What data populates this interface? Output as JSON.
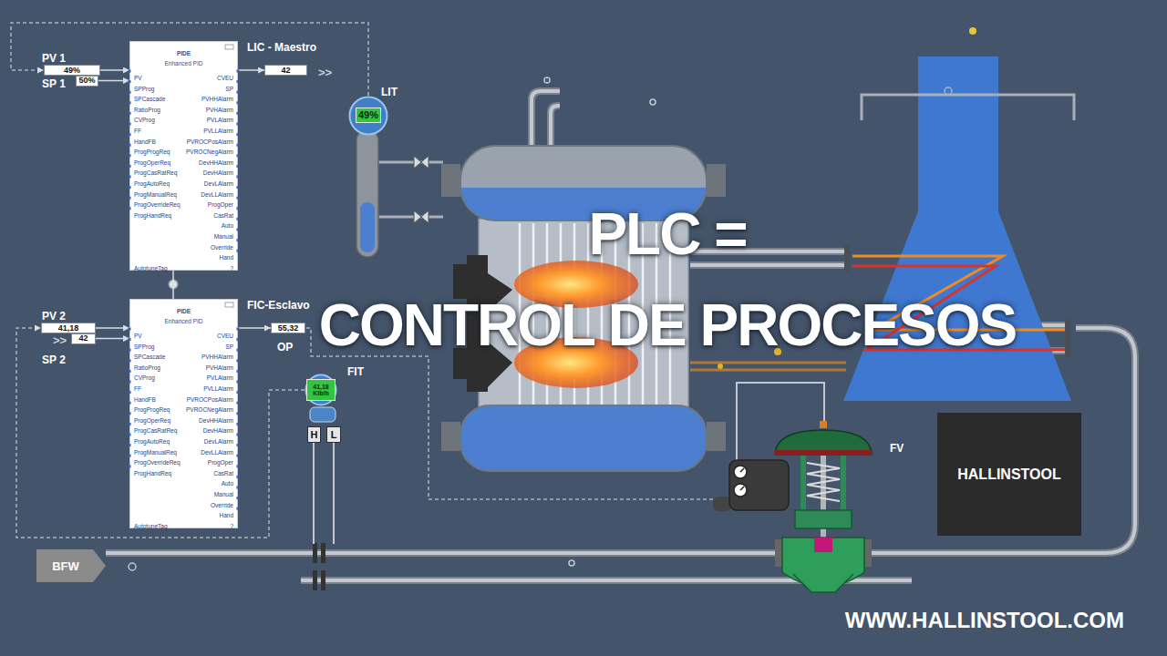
{
  "diagram": {
    "title": "PLC = CONTROL DE PROCESOS",
    "nodes": [
      {
        "text": [
          "PV 1",
          "49%"
        ]
      },
      {
        "text": [
          "SP 1",
          "50%"
        ]
      },
      {
        "text": [
          "LIC - Maestro",
          "PIDE",
          "Enhanced PID",
          "PV",
          "SPProg",
          "SPCascade",
          "RatioProg",
          "CVProg",
          "FF",
          "HandFB",
          "ProgProgReq",
          "ProgOperReq",
          "ProgCasRatReq",
          "ProgAutoReq",
          "ProgManualReq",
          "ProgOverrideReq",
          "ProgHandReq",
          "CVEU",
          "SP",
          "PVHHAlarm",
          "PVHAlarm",
          "PVLAlarm",
          "PVLLAlarm",
          "PVROCPosAlarm",
          "PVROCNegAlarm",
          "DevHHAlarm",
          "DevHAlarm",
          "DevLAlarm",
          "DevLLAlarm",
          "ProgOper",
          "CasRat",
          "Auto",
          "Manual",
          "Override",
          "Hand",
          "AutotuneTag",
          "?"
        ]
      },
      {
        "text": [
          "42"
        ]
      },
      {
        "text": [
          "LIT",
          "49%"
        ]
      },
      {
        "text": [
          "PV 2",
          "41,18"
        ]
      },
      {
        "text": [
          "42",
          "SP 2"
        ]
      },
      {
        "text": [
          "FIC-Esclavo",
          "PIDE",
          "Enhanced PID",
          "PV",
          "SPProg",
          "SPCascade",
          "RatioProg",
          "CVProg",
          "FF",
          "HandFB",
          "ProgProgReq",
          "ProgOperReq",
          "ProgCasRatReq",
          "ProgAutoReq",
          "ProgManualReq",
          "ProgOverrideReq",
          "ProgHandReq",
          "CVEU",
          "SP",
          "PVHHAlarm",
          "PVHAlarm",
          "PVLAlarm",
          "PVLLAlarm",
          "PVROCPosAlarm",
          "PVROCNegAlarm",
          "DevHHAlarm",
          "DevHAlarm",
          "DevLAlarm",
          "DevLLAlarm",
          "ProgOper",
          "CasRat",
          "Auto",
          "Manual",
          "Override",
          "Hand",
          "AutotuneTag",
          "?"
        ]
      },
      {
        "text": [
          "55,32",
          "OP"
        ]
      },
      {
        "text": [
          "FIT",
          "41,18 Klb/h"
        ]
      },
      {
        "text": [
          "H"
        ]
      },
      {
        "text": [
          "L"
        ]
      },
      {
        "text": [
          "BFW"
        ]
      },
      {
        "text": [
          "HALLINSTOOL"
        ]
      }
    ],
    "edges": [
      {
        "from": 4,
        "to": 0,
        "arrow": "to"
      },
      {
        "from": 0,
        "to": 2,
        "arrow": "to"
      },
      {
        "from": 1,
        "to": 2,
        "arrow": "to"
      },
      {
        "from": 2,
        "to": 3,
        "arrow": "to"
      },
      {
        "from": 2,
        "to": 7,
        "arrow": "none"
      },
      {
        "from": 5,
        "to": 7,
        "arrow": "to"
      },
      {
        "from": 6,
        "to": 7,
        "arrow": "to"
      },
      {
        "from": 7,
        "to": 8,
        "arrow": "to"
      },
      {
        "from": 9,
        "to": 5,
        "arrow": "to"
      }
    ],
    "labels": [
      ">>",
      ">>",
      "FV",
      "WWW.HALLINSTOOL.COM"
    ]
  }
}
